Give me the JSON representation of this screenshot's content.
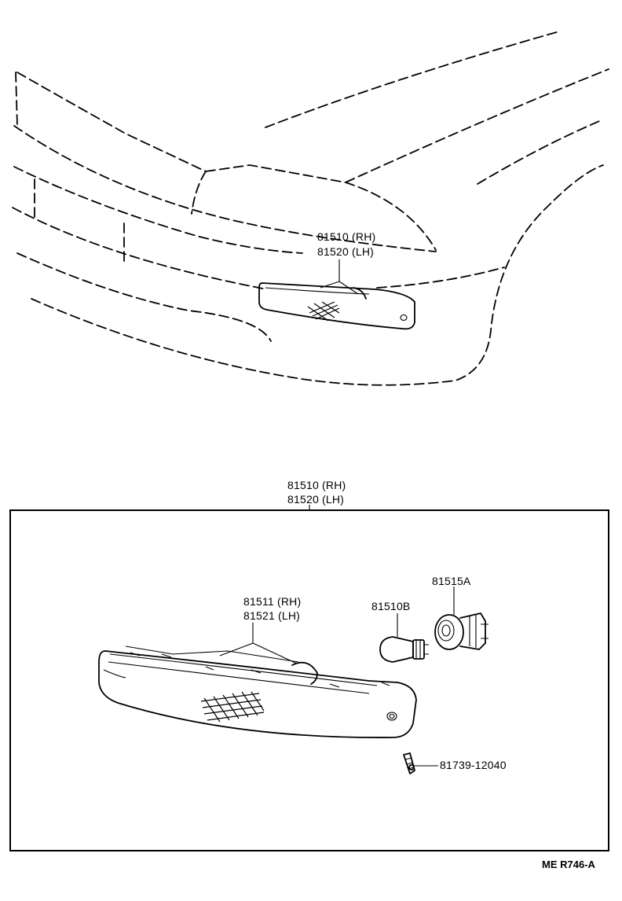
{
  "vehicle_view": {
    "callout_rh": "81510 (RH)",
    "callout_lh": "81520 (LH)"
  },
  "assembly": {
    "callout_rh": "81510 (RH)",
    "callout_lh": "81520 (LH)",
    "lens_rh": "81511 (RH)",
    "lens_lh": "81521 (LH)",
    "bulb": "81510B",
    "socket": "81515A",
    "screw": "81739-12040"
  },
  "diagram_code": "ME R746-A"
}
